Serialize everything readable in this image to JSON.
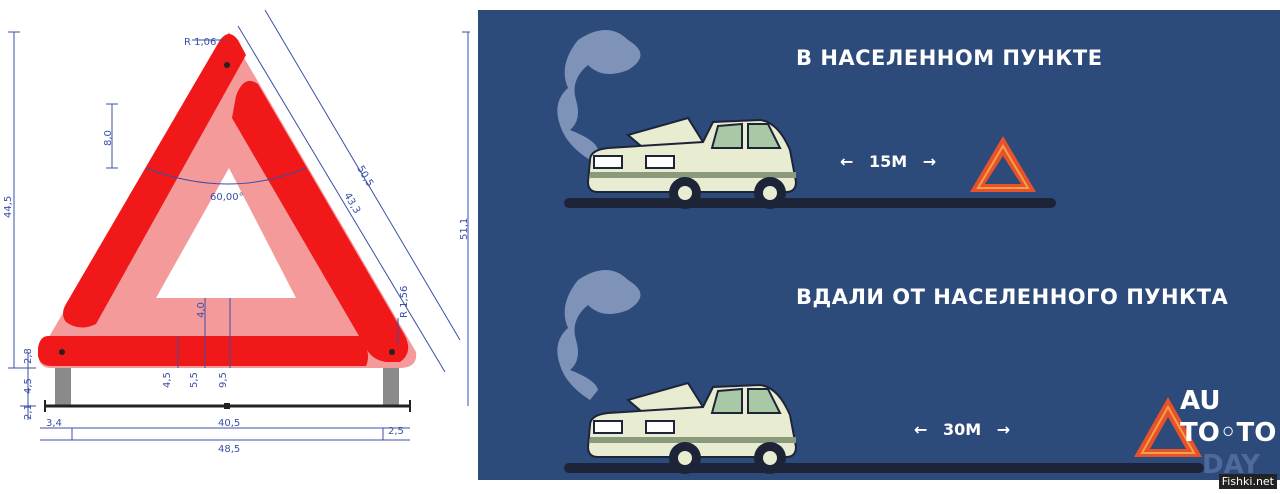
{
  "technical_drawing": {
    "dims": {
      "r_top": "R 1,06",
      "inner_height": "8,0",
      "height_left": "44,5",
      "angle": "60,00°",
      "outer_side": "50,5",
      "inner_side": "43,3",
      "height_right": "51,1",
      "r_corner": "R 1,56",
      "base_4_0": "4,0",
      "base_4_5a": "4,5",
      "base_5_5": "5,5",
      "base_9_5": "9,5",
      "left_2_8": "2,8",
      "left_4_5": "4,5",
      "left_2_1": "2,1",
      "width_3_4": "3,4",
      "width_40_5": "40,5",
      "width_2_5": "2,5",
      "width_48_5": "48,5"
    }
  },
  "infographic": {
    "scene1": {
      "heading": "В НАСЕЛЕННОМ ПУНКТЕ",
      "distance": "15М"
    },
    "scene2": {
      "heading": "ВДАЛИ ОТ НАСЕЛЕННОГО ПУНКТА",
      "distance": "30М"
    },
    "arrow_left": "←",
    "arrow_right": "→",
    "watermark": {
      "line1": "AU",
      "line2": "TO◦TO",
      "line3": "DAY"
    },
    "credit": "Fishki.net"
  },
  "colors": {
    "panel_bg": "#2c4a7a",
    "triangle_red": "#f01818",
    "triangle_pink": "#f59a9a",
    "dimension_blue": "#3a4fa8",
    "car_body": "#e8ecd0",
    "smoke": "#7f93b8"
  }
}
